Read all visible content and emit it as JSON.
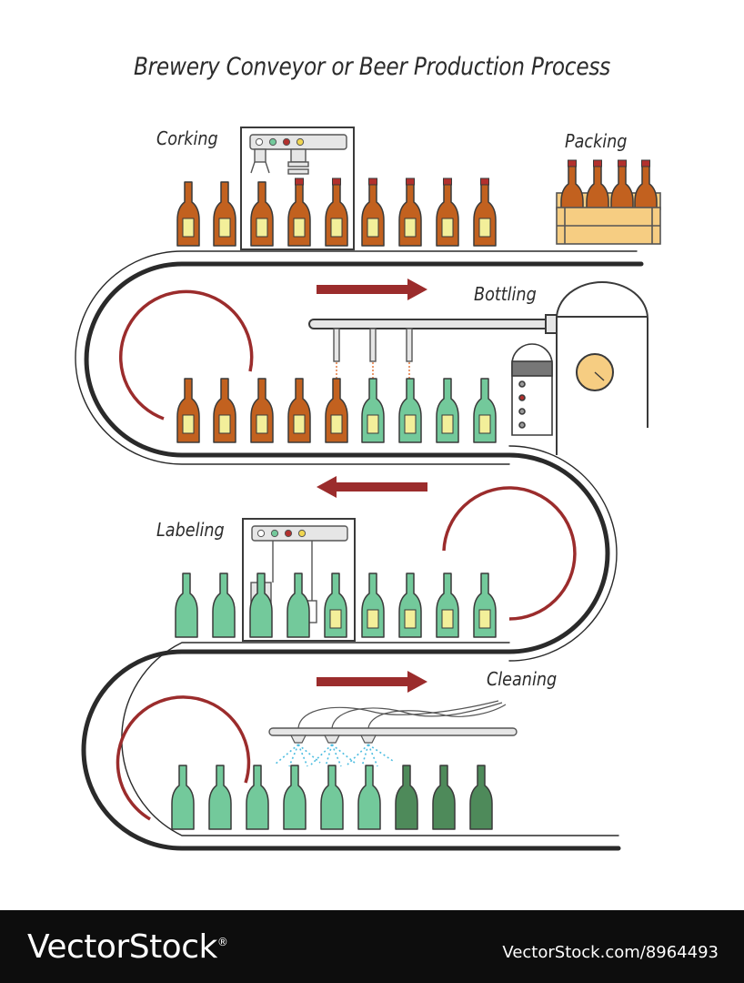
{
  "title": "Brewery Conveyor or Beer Production Process",
  "stages": {
    "corking": "Corking",
    "packing": "Packing",
    "bottling": "Bottling",
    "labeling": "Labeling",
    "cleaning": "Cleaning"
  },
  "colors": {
    "belt": "#2a2a2a",
    "arrow": "#9b2c2c",
    "brown_bottle": "#c2611f",
    "green_bottle": "#73c99b",
    "dark_green_bottle": "#4e8a5a",
    "label": "#f3ef9a",
    "crate": "#f6cd82",
    "cap": "#b2302d",
    "spray": "#4dbde0"
  },
  "watermark": {
    "logo": "VectorStock",
    "registered": "®",
    "url": "VectorStock.com/8964493"
  }
}
